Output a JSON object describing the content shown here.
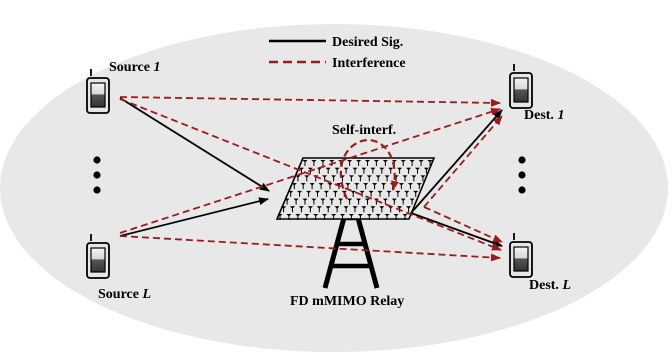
{
  "legend": {
    "desired_label": "Desired Sig.",
    "interference_label": "Interference"
  },
  "labels": {
    "source_1_prefix": "Source ",
    "source_1_index": "1",
    "source_l_prefix": "Source ",
    "source_l_index": "L",
    "dest_1_prefix": "Dest. ",
    "dest_1_index": "1",
    "dest_l_prefix": "Dest. ",
    "dest_l_index": "L",
    "self_interference": "Self-interf.",
    "relay": "FD mMIMO Relay"
  },
  "colors": {
    "ellipse_fill": "#e8e8e8",
    "desired": "#000000",
    "interference": "#9b1c1c"
  },
  "icons": [
    "phone-icon",
    "antenna-array-icon",
    "relay-tower-icon",
    "ellipsis-dots-icon"
  ]
}
